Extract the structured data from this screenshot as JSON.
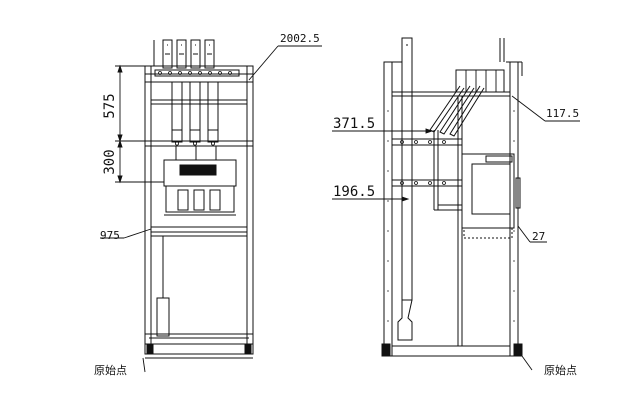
{
  "dimensions": {
    "d2002": "2002.5",
    "d575": "575",
    "d300": "300",
    "d975": "975",
    "d371": "371.5",
    "d196": "196.5",
    "d117": "117.5",
    "d27": "27"
  },
  "origin_labels": {
    "left": "原始点",
    "right": "原始点"
  }
}
